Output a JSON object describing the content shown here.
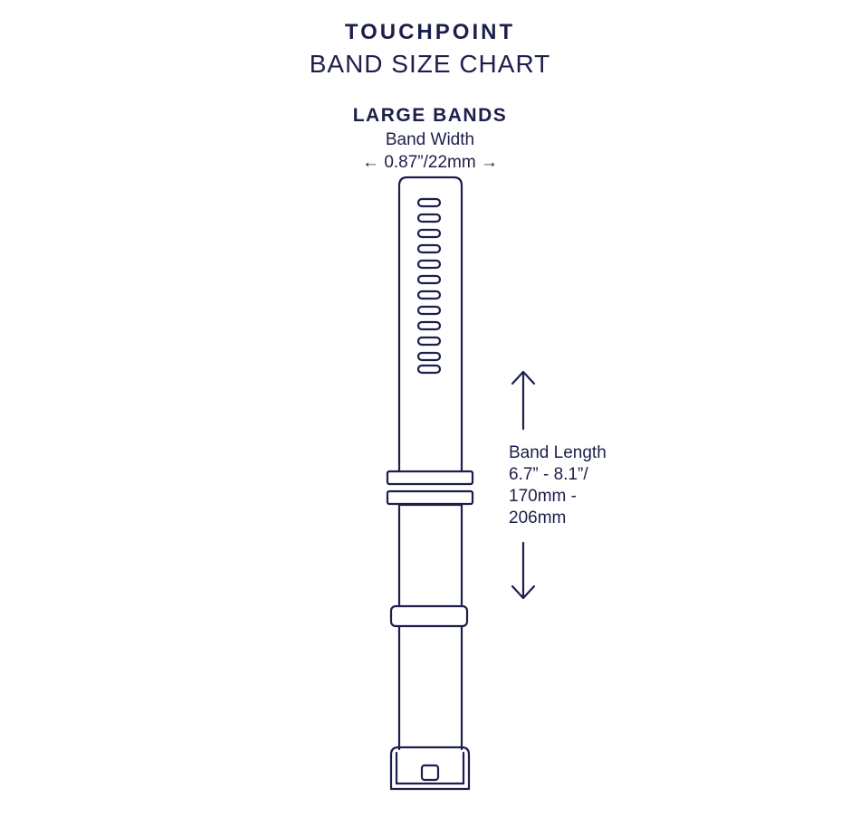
{
  "header": {
    "brand": "TOUCHPOINT",
    "title": "BAND SIZE CHART"
  },
  "section": {
    "heading": "LARGE BANDS",
    "width_label": "Band Width",
    "width_value": "0.87”/22mm",
    "length_label": "Band Length",
    "length_lines": [
      "6.7” - 8.1”/",
      "170mm -",
      "206mm"
    ]
  },
  "icons": {
    "width_arrow": "double-horizontal-arrow",
    "length_arrow": "double-vertical-arrow"
  },
  "colors": {
    "ink": "#1c1f4a",
    "background": "#ffffff"
  }
}
